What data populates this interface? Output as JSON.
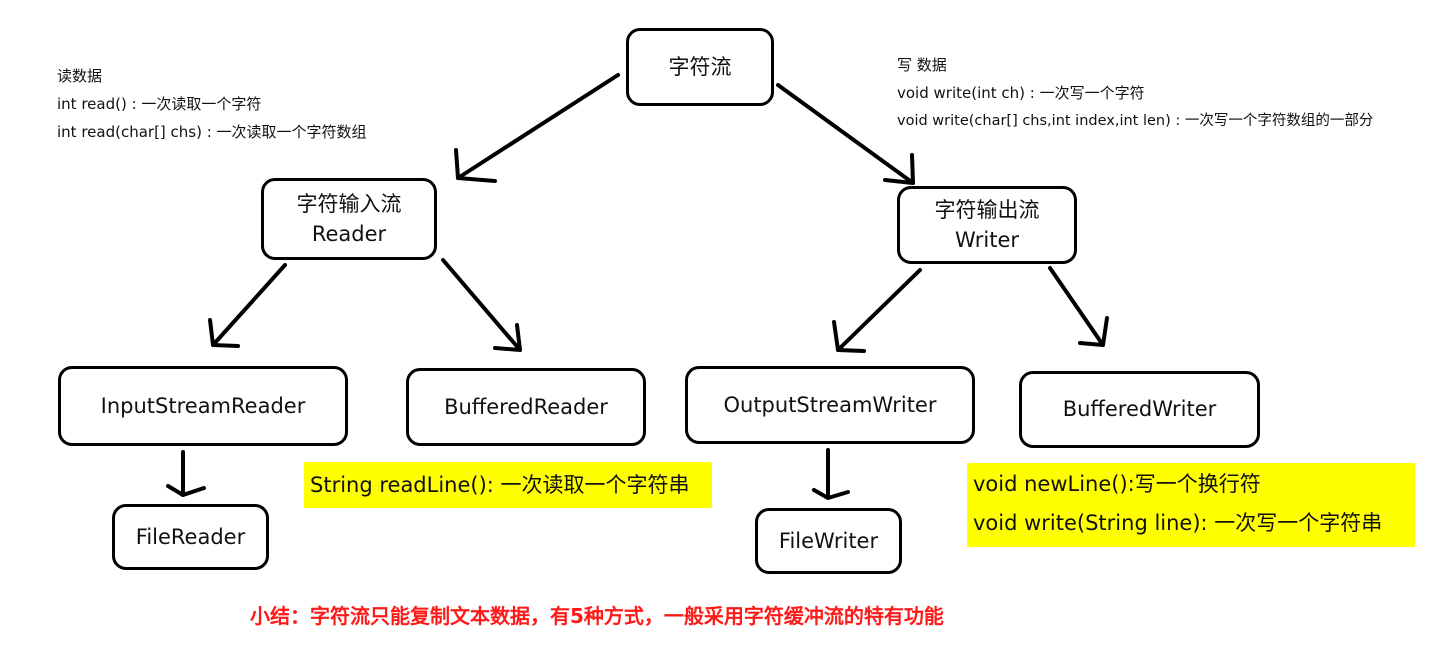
{
  "root": {
    "label": "字符流"
  },
  "reader_node": {
    "line1": "字符输入流",
    "line2": "Reader"
  },
  "writer_node": {
    "line1": "字符输出流",
    "line2": "Writer"
  },
  "input_stream_reader": {
    "label": "InputStreamReader"
  },
  "buffered_reader": {
    "label": "BufferedReader"
  },
  "output_stream_writer": {
    "label": "OutputStreamWriter"
  },
  "buffered_writer": {
    "label": "BufferedWriter"
  },
  "file_reader": {
    "label": "FileReader"
  },
  "file_writer": {
    "label": "FileWriter"
  },
  "read_notes": {
    "title": "读数据",
    "line1": "int read() : 一次读取一个字符",
    "line2": "int read(char[] chs) : 一次读取一个字符数组"
  },
  "write_notes": {
    "title": "写 数据",
    "line1": "void write(int ch) : 一次写一个字符",
    "line2": "void write(char[] chs,int index,int len) : 一次写一个字符数组的一部分"
  },
  "buffered_reader_note": {
    "line1": "String readLine(): 一次读取一个字符串"
  },
  "buffered_writer_note": {
    "line1": "void newLine():写一个换行符",
    "line2": "void write(String line): 一次写一个字符串"
  },
  "summary": {
    "text": "小结：字符流只能复制文本数据，有5种方式，一般采用字符缓冲流的特有功能"
  },
  "colors": {
    "highlight": "#ffff00",
    "summary": "#ff1a1a",
    "stroke": "#000000"
  }
}
